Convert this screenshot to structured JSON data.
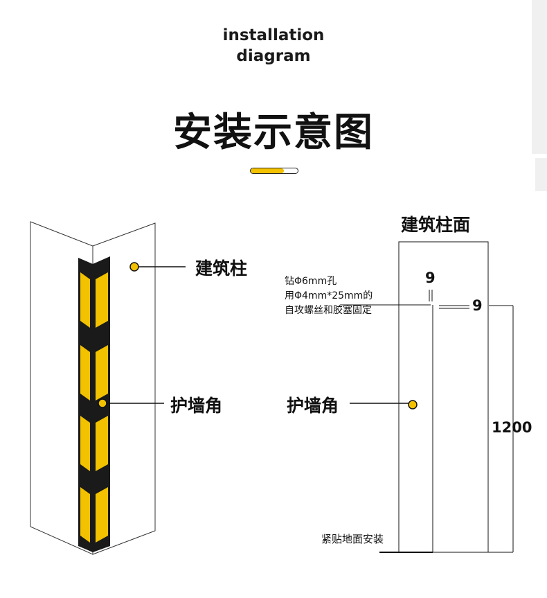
{
  "header": {
    "title_en_line1": "installation",
    "title_en_line2": "diagram",
    "title_cn": "安装示意图",
    "progress_fraction": 0.7,
    "accent_color": "#f2c100"
  },
  "left_diagram": {
    "label_building_column": "建筑柱",
    "label_wall_guard": "护墙角"
  },
  "right_diagram": {
    "label_column_face": "建筑柱面",
    "label_wall_guard": "护墙角",
    "drill_note": [
      "钻Φ6mm孔",
      "用Φ4mm*25mm的",
      "自攻螺丝和胶塞固定"
    ],
    "dim_gap_top": "9",
    "dim_gap_side": "9",
    "dim_height": "1200",
    "floor_note": "紧贴地面安装"
  },
  "colors": {
    "dot": "#f2c100",
    "guard_body": "#1a1a1a",
    "reflector": "#f2c100"
  }
}
